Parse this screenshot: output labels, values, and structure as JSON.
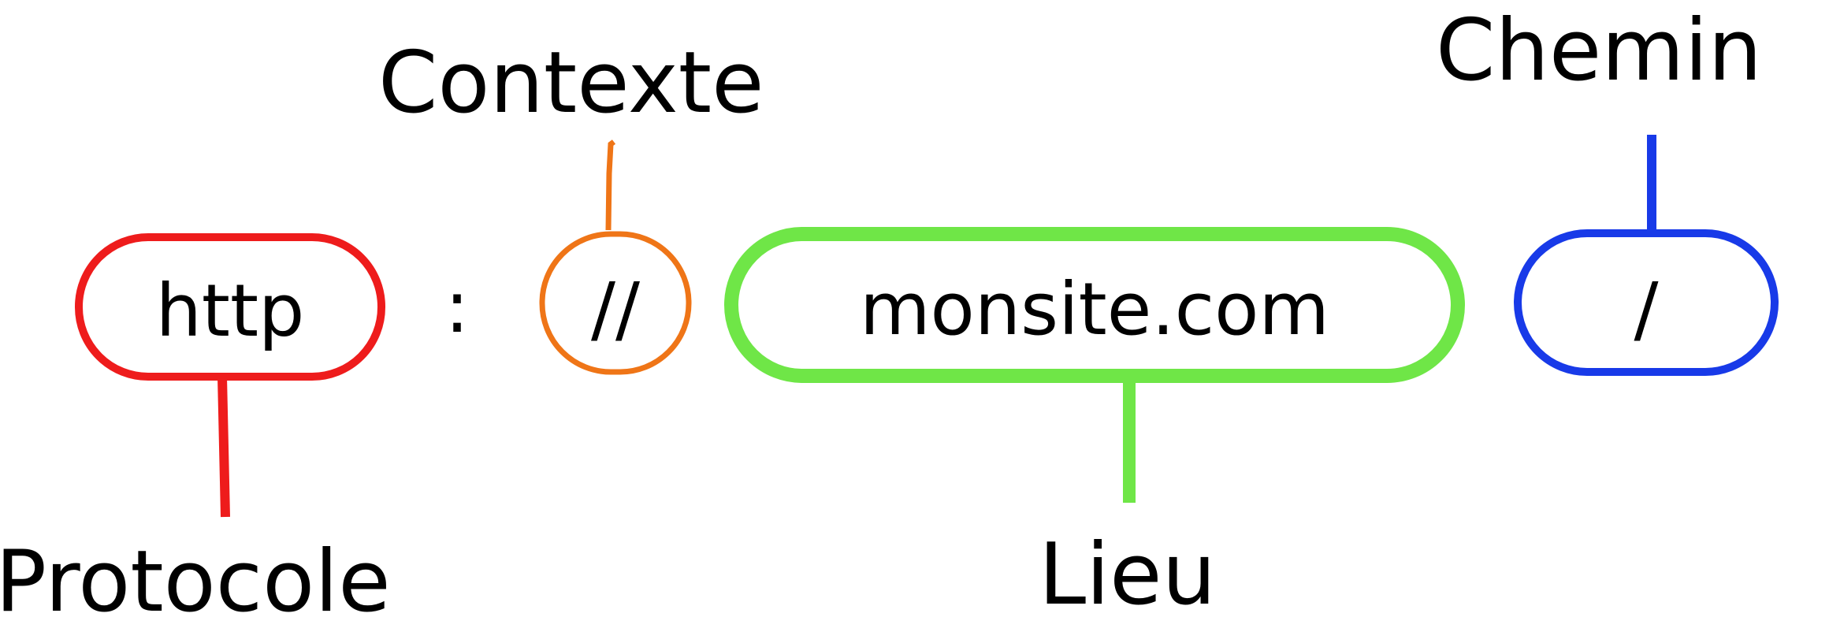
{
  "url_parts": {
    "protocol": {
      "text": "http",
      "label": "Protocole",
      "color": "#ee1c1c"
    },
    "separator": {
      "text": ":"
    },
    "context": {
      "text": "//",
      "label": "Contexte",
      "color": "#ef7517"
    },
    "location": {
      "text": "monsite.com",
      "label": "Lieu",
      "color": "#6fe647"
    },
    "path": {
      "text": "/",
      "label": "Chemin",
      "color": "#183ae8"
    }
  },
  "text_color": "#000000",
  "background": "#ffffff"
}
